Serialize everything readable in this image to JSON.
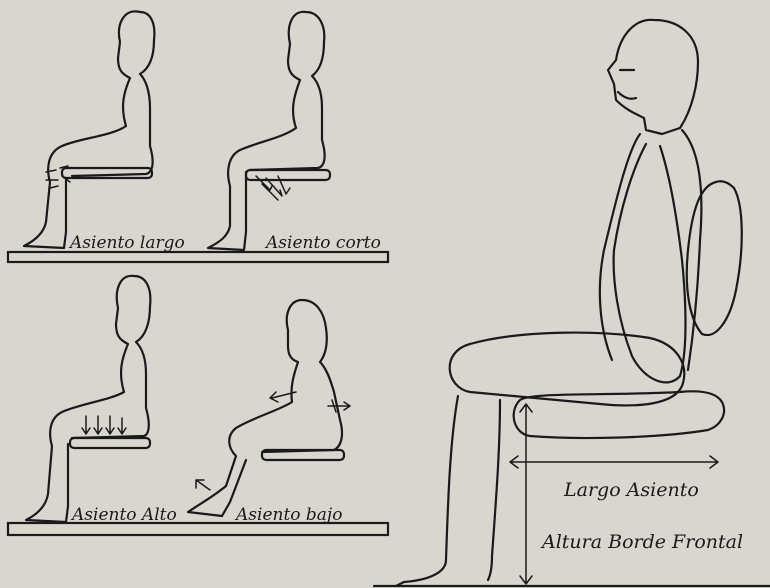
{
  "labels": {
    "asiento_largo": "Asiento largo",
    "asiento_corto": "Asiento corto",
    "asiento_alto": "Asiento Alto",
    "asiento_bajo": "Asiento bajo",
    "largo_asiento": "Largo Asiento",
    "altura_borde_frontal": "Altura Borde Frontal"
  },
  "colors": {
    "paper": "#d9d6cf",
    "ink": "#1a1a1a"
  }
}
